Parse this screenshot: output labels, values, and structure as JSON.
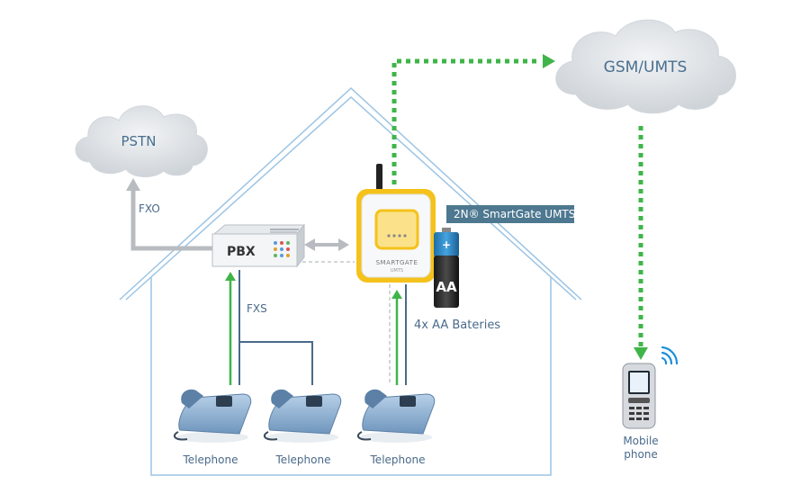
{
  "clouds": {
    "pstn": "PSTN",
    "gsm": "GSM/UMTS"
  },
  "links": {
    "fxo": "FXO",
    "fxs": "FXS"
  },
  "pbx": {
    "label": "PBX"
  },
  "gateway": {
    "title": "2N® SmartGate UMTS",
    "brand": "SMARTGATE",
    "model": "UMTS"
  },
  "battery": {
    "cell_label": "AA",
    "caption": "4x AA Bateries"
  },
  "telephones": [
    {
      "label": "Telephone"
    },
    {
      "label": "Telephone"
    },
    {
      "label": "Telephone"
    }
  ],
  "mobile": {
    "label_line1": "Mobile",
    "label_line2": "phone"
  },
  "colors": {
    "house_line": "#9cc4e4",
    "green_link": "#3fb549",
    "gsm_dotted": "#3fb549",
    "blue_link": "#4a6a8a",
    "grey_link": "#b8bcc0",
    "title_box": "#4d7890",
    "gateway_accent": "#f5c21b",
    "phone_body": "#8fb3d4",
    "cloud_fill": "#dfe3e7"
  }
}
